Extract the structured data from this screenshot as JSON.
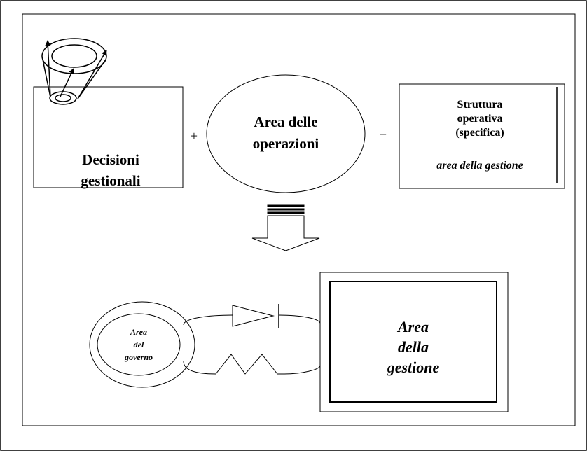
{
  "decisions_box": {
    "line1": "Decisioni",
    "line2": "gestionali"
  },
  "plus_sign": "+",
  "operations_ellipse": {
    "line1": "Area delle",
    "line2": "operazioni"
  },
  "equals_sign": "=",
  "structure_box": {
    "line1": "Struttura",
    "line2": "operativa",
    "line3": "(specifica)",
    "subtitle": "area della gestione"
  },
  "governance_circle": {
    "line1": "Area",
    "line2": "del",
    "line3": "governo"
  },
  "management_box": {
    "line1": "Area",
    "line2": "della",
    "line3": "gestione"
  }
}
